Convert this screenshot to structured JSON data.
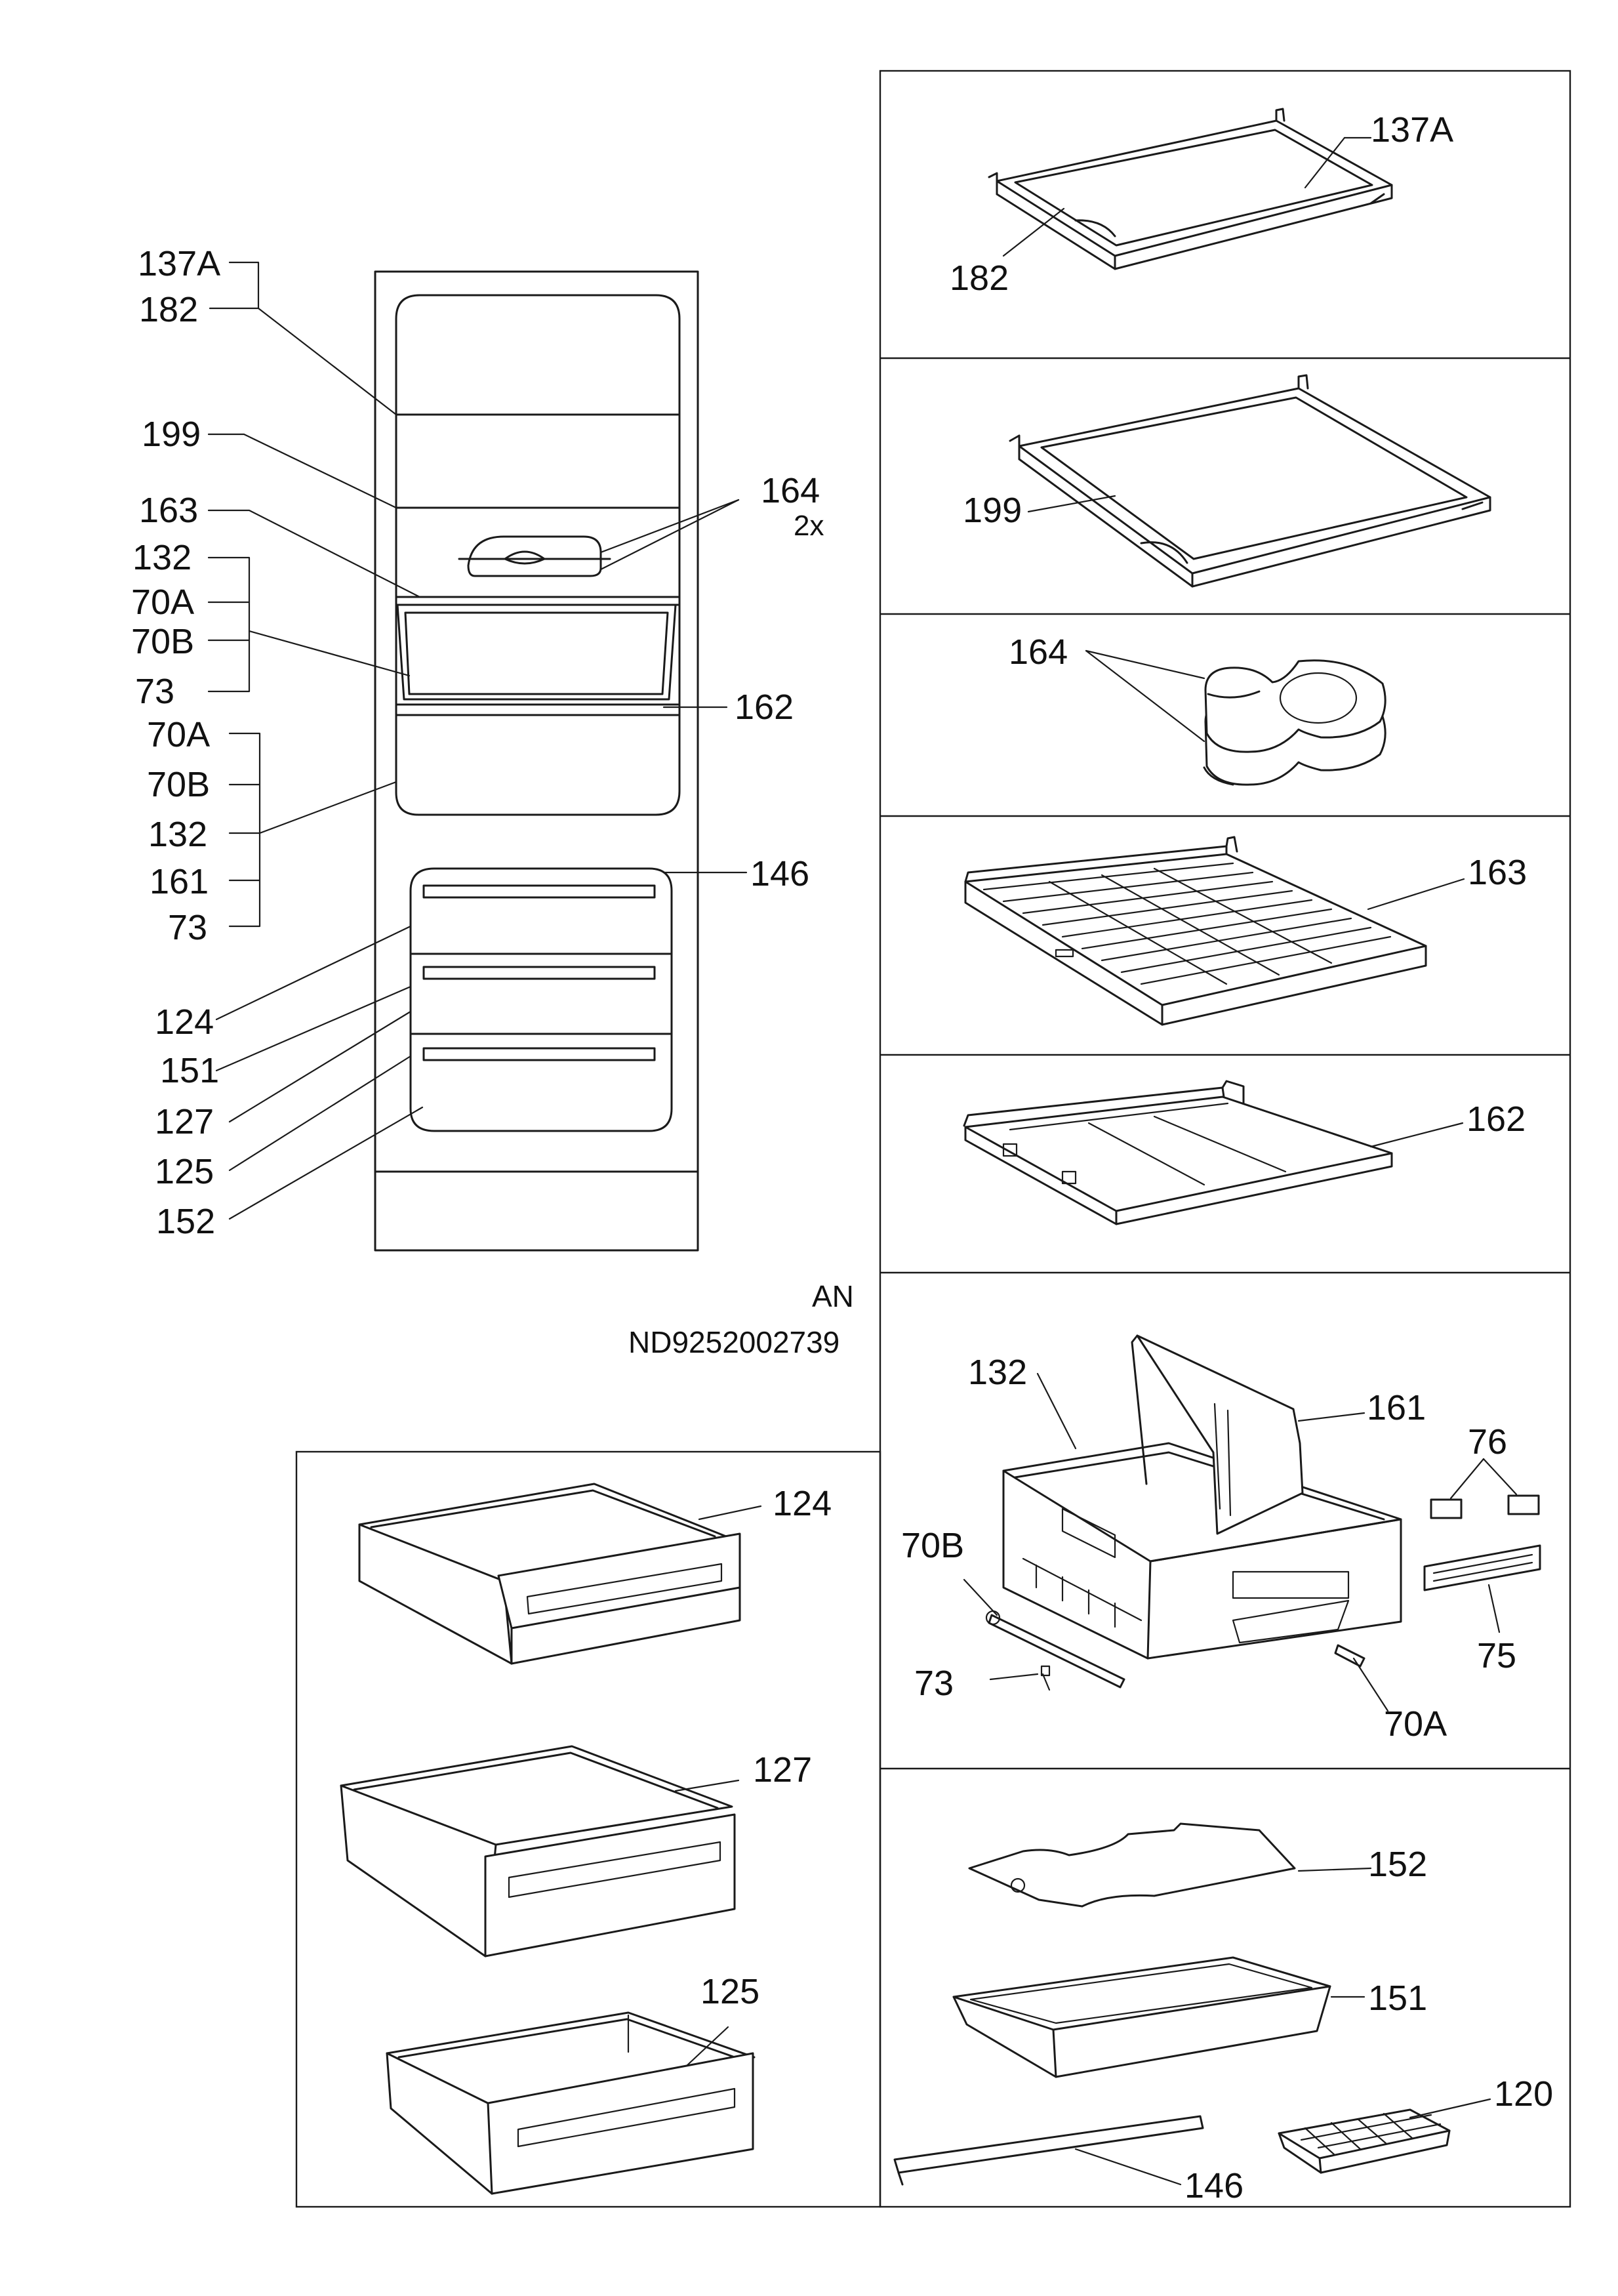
{
  "overview": {
    "labels_left": [
      "137A",
      "182",
      "199",
      "163",
      "132",
      "70A",
      "70B",
      "73",
      "70A",
      "70B",
      "132",
      "161",
      "73",
      "124",
      "151",
      "127",
      "125",
      "152"
    ],
    "labels_right": [
      "164",
      "2x",
      "162",
      "146"
    ]
  },
  "document": {
    "lang_code": "AN",
    "doc_number": "ND9252002739"
  },
  "panels": {
    "shelf_glass_a": {
      "labels": [
        "137A",
        "182"
      ]
    },
    "shelf_glass_b": {
      "labels": [
        "199"
      ]
    },
    "egg_trays": {
      "labels": [
        "164"
      ]
    },
    "shelf_grid": {
      "labels": [
        "163"
      ]
    },
    "shelf_cover": {
      "labels": [
        "162"
      ]
    },
    "crisper": {
      "labels": [
        "132",
        "161",
        "76",
        "70B",
        "75",
        "73",
        "70A"
      ]
    },
    "freezer_parts": {
      "labels": [
        "152",
        "151",
        "120",
        "146"
      ]
    },
    "drawers": {
      "labels": [
        "124",
        "127",
        "125"
      ]
    }
  }
}
